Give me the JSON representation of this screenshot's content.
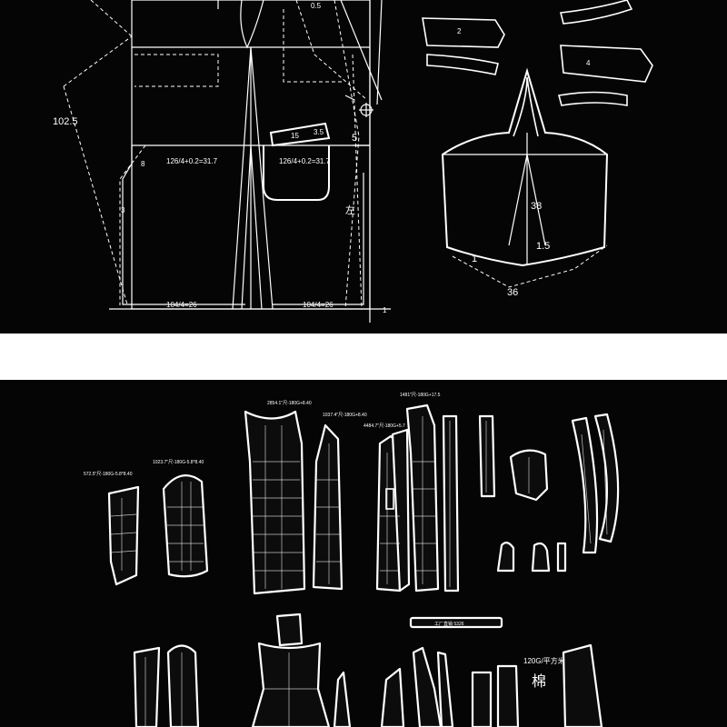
{
  "top_diagram": {
    "bust_measure": "102.5",
    "front_formula": "126/4+0.2=31.7",
    "back_formula": "126/4+0.2=31.7",
    "hem_front": "104/4=26",
    "hem_back": "104/4=26",
    "dim_05": "0.5",
    "dim_5": "5",
    "dim_3": "3",
    "dim_8": "8",
    "dim_1": "1",
    "pocket_15": "15",
    "pocket_35": "3.5",
    "side_char": "左",
    "sleeve_38": "38",
    "sleeve_15": "1.5",
    "sleeve_1": "1",
    "sleeve_36": "36",
    "collar_2": "2",
    "collar_4": "4"
  },
  "bottom_templates": {
    "label_a": "572.5\"尺-180G-5.8*8.40",
    "label_b": "1023.7\"尺-180G-5.8*8.40",
    "label_c": "2854.1\"尺-180G+8.40",
    "label_d": "1037.4\"尺-180G+8.40",
    "label_e": "4484.7\"尺-180G+5.7",
    "label_f": "1481\"尺-180G+17.5",
    "strip_label": "工厂直销 5326",
    "fabric_weight": "120G/平方米",
    "fabric_char": "棉"
  }
}
